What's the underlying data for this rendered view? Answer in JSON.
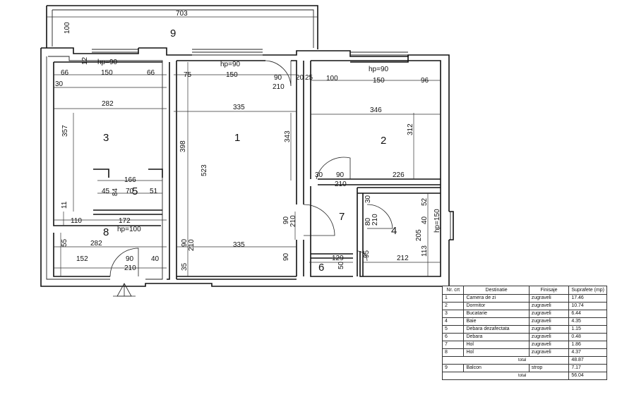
{
  "plan": {
    "rooms": [
      {
        "id": "1",
        "label": "1"
      },
      {
        "id": "2",
        "label": "2"
      },
      {
        "id": "3",
        "label": "3"
      },
      {
        "id": "4",
        "label": "4"
      },
      {
        "id": "5",
        "label": "5"
      },
      {
        "id": "6",
        "label": "6"
      },
      {
        "id": "7",
        "label": "7"
      },
      {
        "id": "8",
        "label": "8"
      },
      {
        "id": "9",
        "label": "9"
      }
    ],
    "dimensions": [
      "703",
      "100",
      "12",
      "hp=90",
      "66",
      "150",
      "66",
      "30",
      "282",
      "357",
      "hp=90",
      "75",
      "150",
      "90",
      "20",
      "25",
      "210",
      "335",
      "343",
      "398",
      "523",
      "hp=90",
      "100",
      "150",
      "96",
      "346",
      "312",
      "166",
      "45",
      "84",
      "70",
      "51",
      "11",
      "110",
      "172",
      "hp=100",
      "55",
      "282",
      "152",
      "90",
      "210",
      "40",
      "30",
      "90",
      "210",
      "226",
      "30",
      "80",
      "210",
      "52",
      "40",
      "hp=150",
      "205",
      "113",
      "90",
      "210",
      "90",
      "210",
      "335",
      "35",
      "90",
      "129",
      "50",
      "95",
      "212"
    ]
  },
  "legend": {
    "headers": [
      "Nr. crt",
      "Destinatie",
      "Finisaje",
      "Suprafete (mp)"
    ],
    "rows": [
      [
        "1",
        "Camera de zi",
        "zugraveli",
        "17.46"
      ],
      [
        "2",
        "Dormitor",
        "zugraveli",
        "10.74"
      ],
      [
        "3",
        "Bucatarie",
        "zugraveli",
        "6.44"
      ],
      [
        "4",
        "Baie",
        "zugraveli",
        "4.35"
      ],
      [
        "5",
        "Debara dezafectata",
        "zugraveli",
        "1.15"
      ],
      [
        "6",
        "Debara",
        "zugraveli",
        "0.48"
      ],
      [
        "7",
        "Hol",
        "zugraveli",
        "1.86"
      ],
      [
        "8",
        "Hol",
        "zugraveli",
        "4.37"
      ]
    ],
    "total1": {
      "label": "total",
      "value": "48.87"
    },
    "balcony": [
      "9",
      "Balcon",
      "strop",
      "7.17"
    ],
    "total2": {
      "label": "total",
      "value": "56.04"
    }
  }
}
